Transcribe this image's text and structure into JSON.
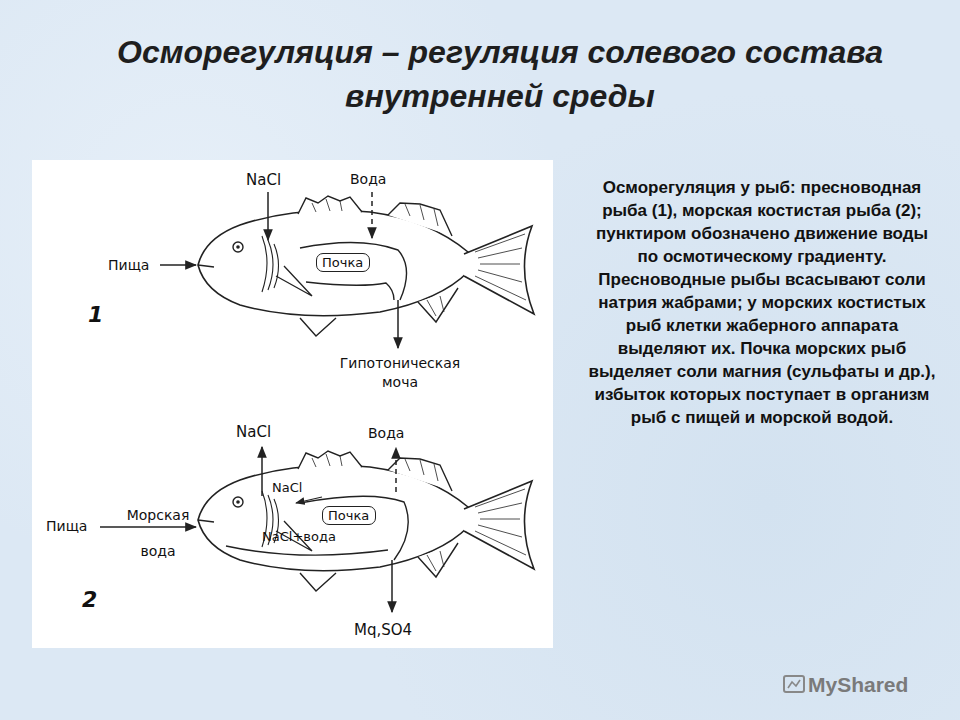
{
  "diagram": {
    "title": "Осморегуляция – регуляция солевого состава внутренней среды",
    "caption": "Осморегуляция у рыб: пресноводная рыба (1), морская костистая рыба (2); пунктиром обозначено движение воды по осмотическому градиенту. Пресноводные рыбы всасывают соли натрия жабрами; у морских костистых рыб клетки жаберного аппарата выделяют их. Почка морских рыб выделяет соли магния (сульфаты и др.), избыток которых поступает в организм рыб с пищей и морской водой.",
    "nodes": [
      {
        "text": [
          "Почка"
        ]
      },
      {
        "text": [
          "Почка"
        ]
      }
    ],
    "labels": [
      "NaCl",
      "Вода",
      "Пища",
      "1",
      "Гипотоническая моча",
      "NaCl",
      "Вода",
      "Пища",
      "Морская вода",
      "NaCl",
      "NaCl+вода",
      "Mq,SO4",
      "2",
      "MyShared"
    ]
  }
}
